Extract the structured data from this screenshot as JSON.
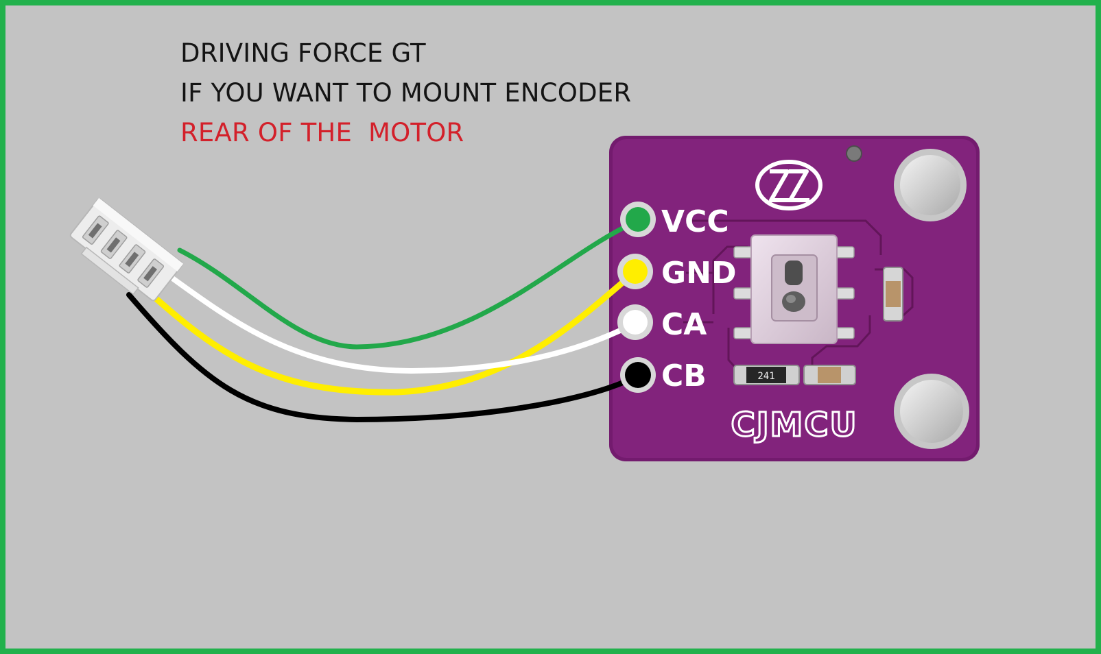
{
  "captions": {
    "line1": "DRIVING FORCE GT",
    "line2": "IF YOU WANT TO MOUNT ENCODER",
    "line3": "REAR OF THE  MOTOR"
  },
  "board": {
    "brand": "CJMCU",
    "resistor_marking": "241",
    "pins": [
      {
        "label": "VCC",
        "wire_color": "#22a84a"
      },
      {
        "label": "GND",
        "wire_color": "#ffee00"
      },
      {
        "label": "CA",
        "wire_color": "#ffffff"
      },
      {
        "label": "CB",
        "wire_color": "#000000"
      }
    ]
  },
  "colors": {
    "frame": "#22b14c",
    "background": "#c3c3c3",
    "pcb": "#7e1f78",
    "caption_highlight": "#d3202a"
  }
}
